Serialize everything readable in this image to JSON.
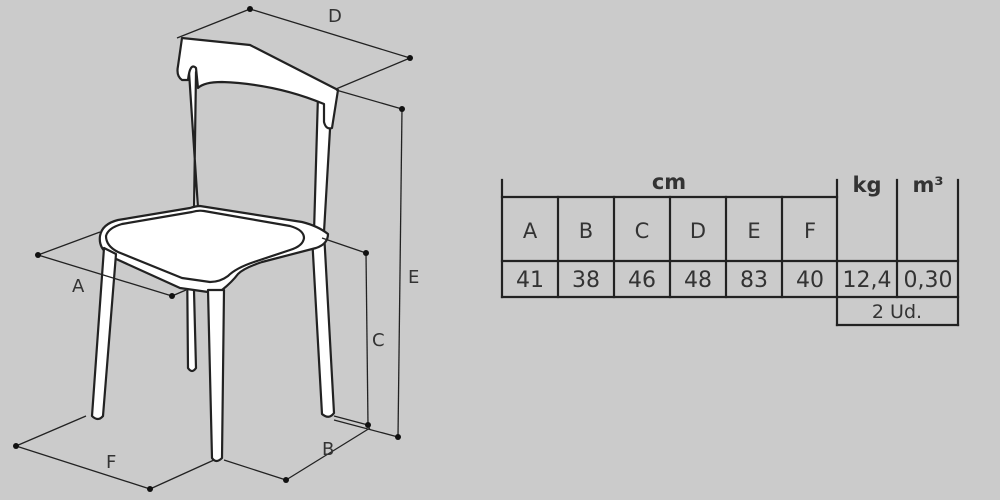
{
  "diagram": {
    "dimension_labels": {
      "A": "A",
      "B": "B",
      "C": "C",
      "D": "D",
      "E": "E",
      "F": "F"
    }
  },
  "spec_table": {
    "cm_header": "cm",
    "kg_header": "kg",
    "volume_header": "m³",
    "columns": [
      "A",
      "B",
      "C",
      "D",
      "E",
      "F"
    ],
    "values": [
      "41",
      "38",
      "46",
      "48",
      "83",
      "40"
    ],
    "weight": "12,4",
    "volume": "0,30",
    "pack_units": "2 Ud."
  },
  "colors": {
    "background": "#cbcbcb",
    "chair_fill": "#ffffff",
    "line": "#222222",
    "text": "#333333"
  }
}
